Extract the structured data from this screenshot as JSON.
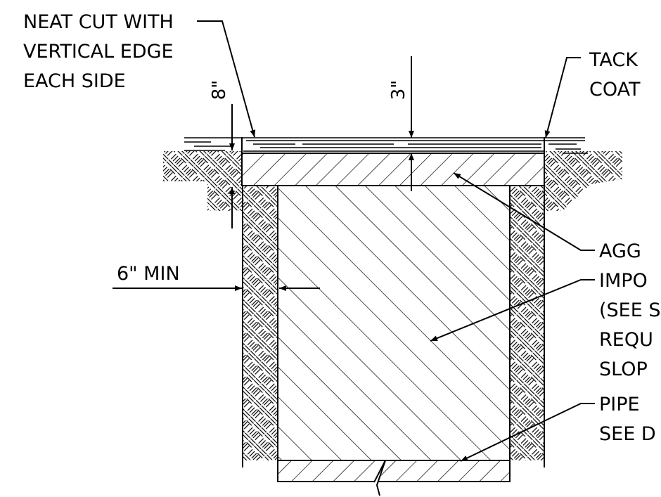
{
  "labels": {
    "neat_cut_1": "NEAT CUT WITH",
    "neat_cut_2": "VERTICAL EDGE",
    "neat_cut_3": "EACH SIDE",
    "tack_1": "TACK",
    "tack_2": "COAT",
    "agg": "AGG",
    "impo": "IMPO",
    "see_s": "(SEE S",
    "requ": "REQU",
    "slop": "SLOP",
    "pipe": "PIPE",
    "see_d": "SEE D"
  },
  "dimensions": {
    "top_depth": "3\"",
    "side_depth": "8\"",
    "side_width": "6\" MIN"
  }
}
